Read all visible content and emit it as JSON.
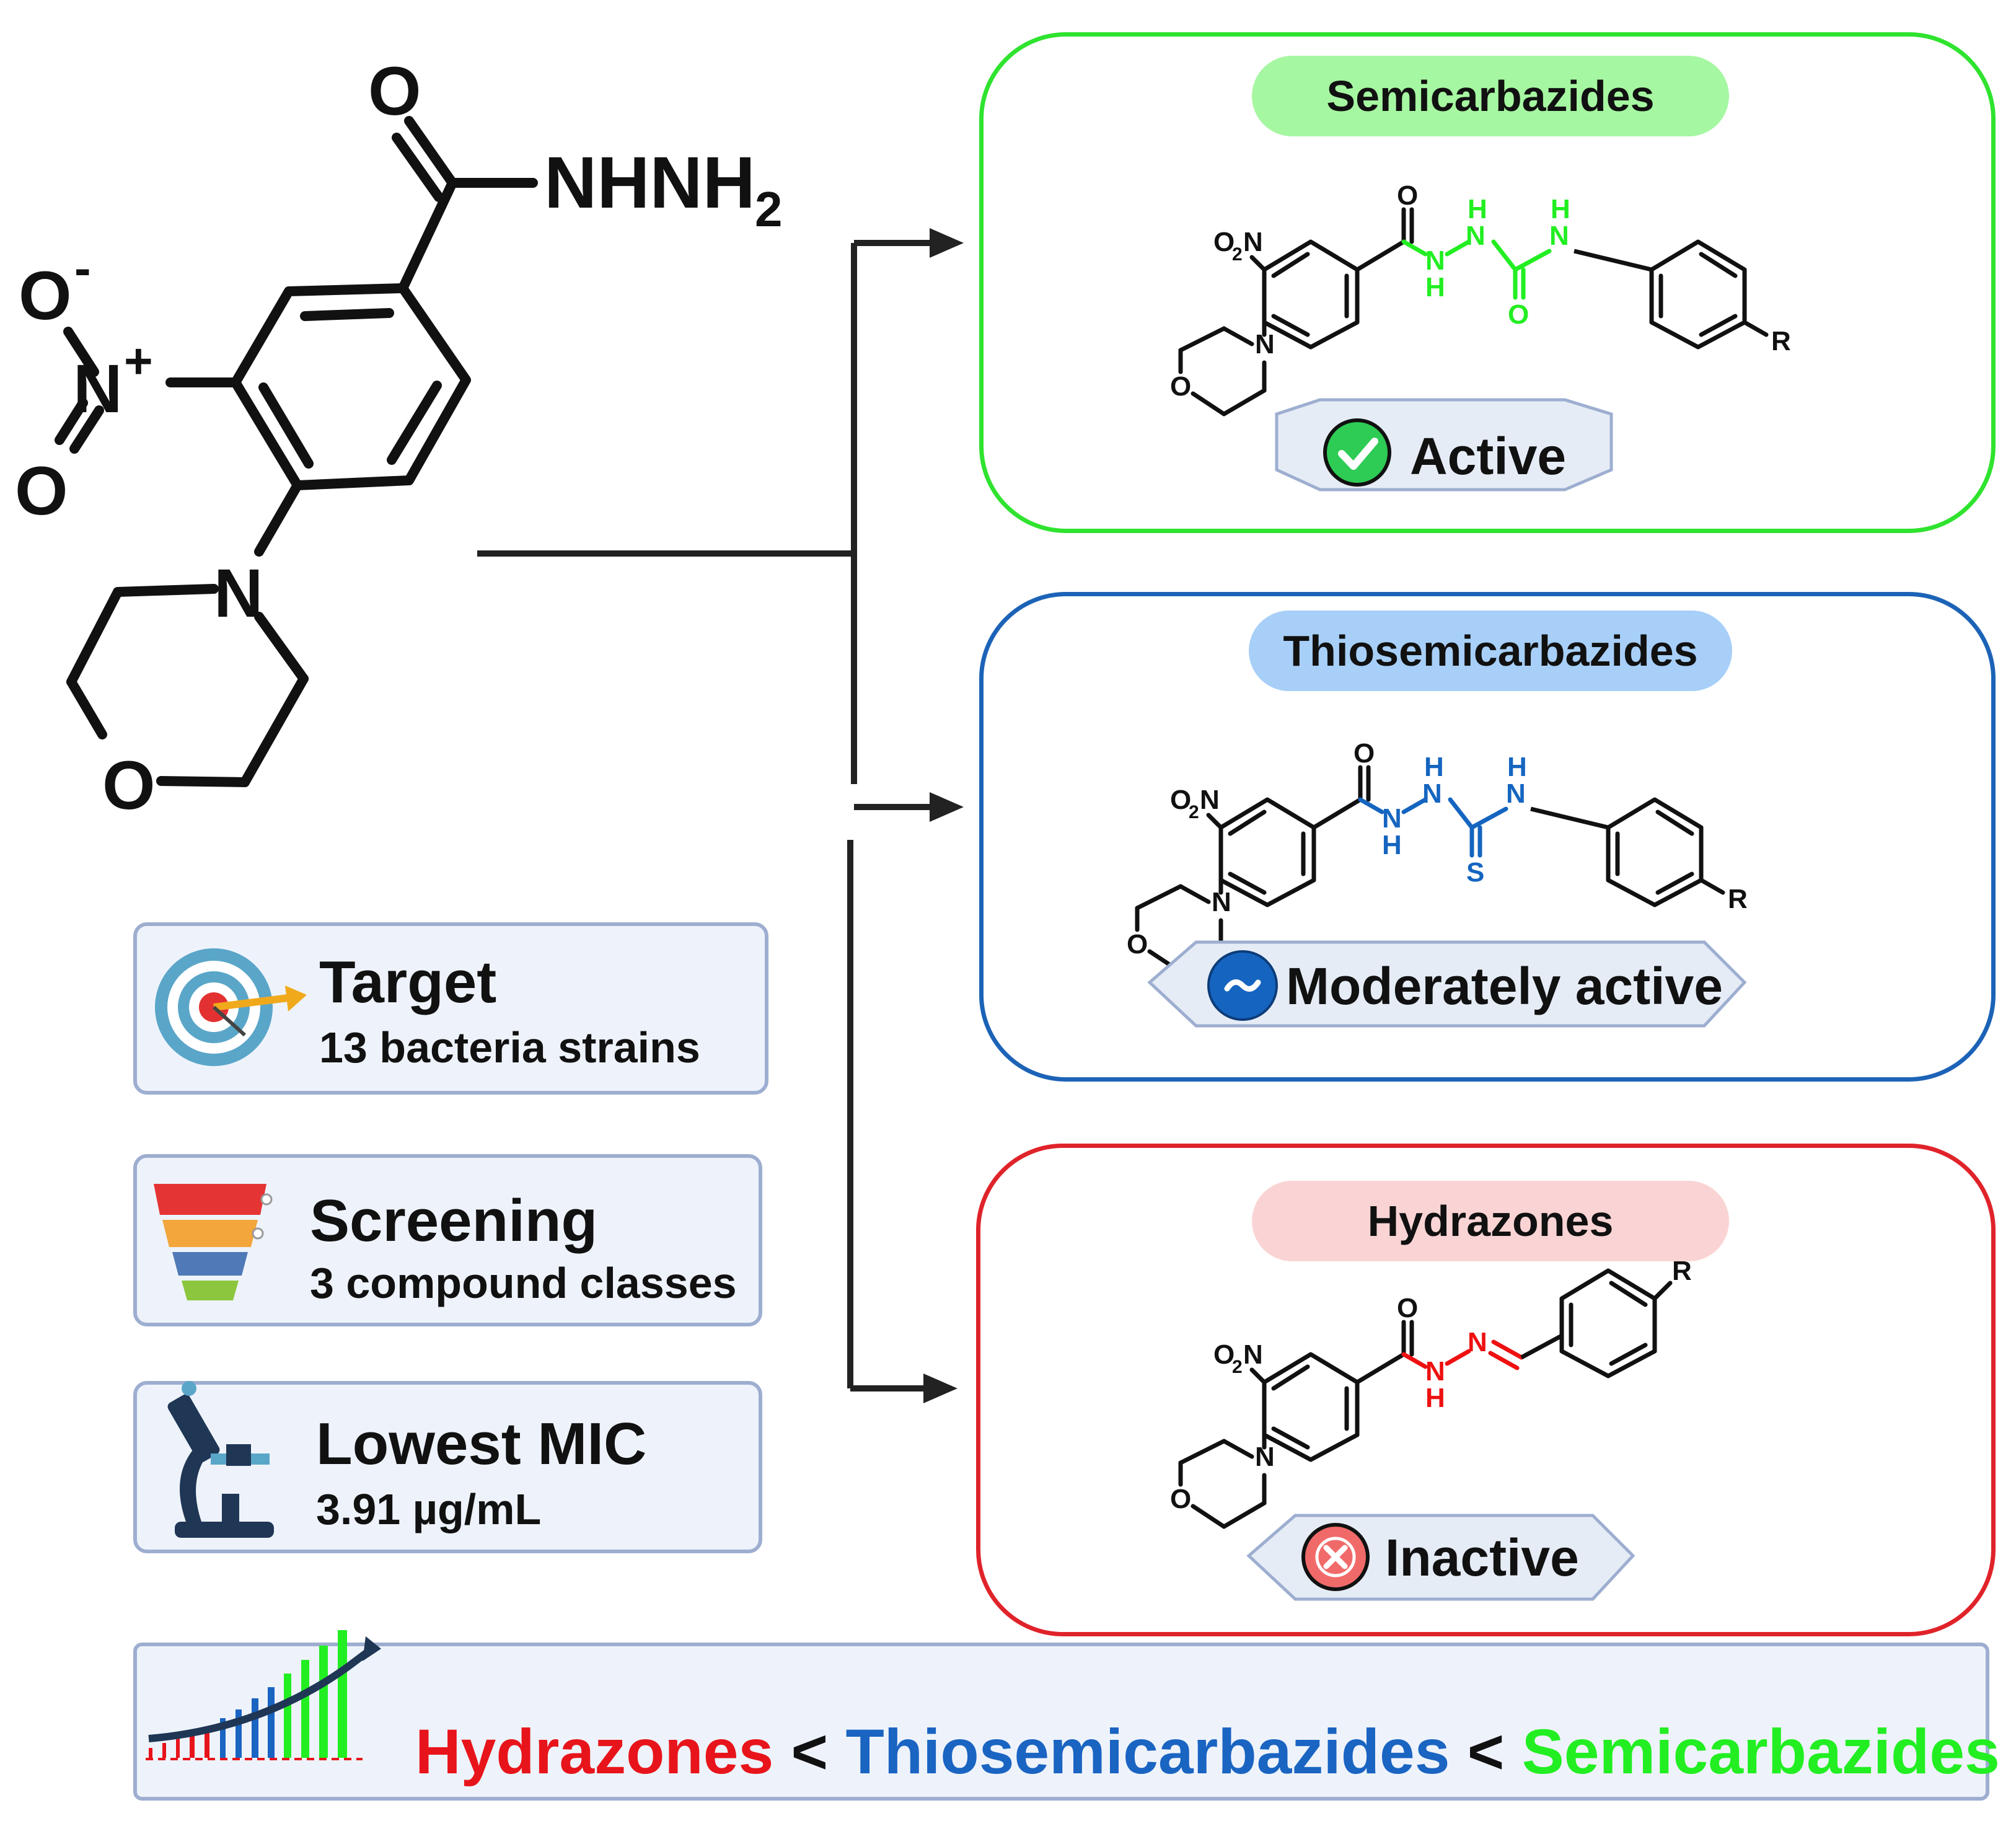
{
  "main_compound": {
    "atom_O_carbonyl": "O",
    "hydrazide": "NHNH",
    "hydrazide_sub": "2",
    "nitro_O_top": "O",
    "nitro_O_top_charge": "-",
    "nitro_N": "N",
    "nitro_N_charge": "+",
    "nitro_O_bottom": "O",
    "morpholine_N": "N",
    "morpholine_O": "O"
  },
  "info_cards": [
    {
      "title": "Target",
      "subtitle": "13 bacteria strains",
      "icon": "target-icon"
    },
    {
      "title": "Screening",
      "subtitle": "3 compound classes",
      "icon": "funnel-icon"
    },
    {
      "title": "Lowest MIC",
      "subtitle": "3.91 µg/mL",
      "icon": "microscope-icon"
    }
  ],
  "classes": [
    {
      "name": "Semicarbazides",
      "activity": "Active",
      "status_icon": "check-icon",
      "border_color": "#2fe32f",
      "pill_color": "#a6f7a1",
      "linker_color": "#22ee22",
      "linker_atoms": {
        "nh1": "N",
        "h1": "H",
        "nh2": "N",
        "h2": "H",
        "nh3": "N",
        "h3": "H",
        "x": "O"
      }
    },
    {
      "name": "Thiosemicarbazides",
      "activity": "Moderately active",
      "status_icon": "tilde-icon",
      "border_color": "#1c63b7",
      "pill_color": "#a7cff8",
      "linker_color": "#1565c0",
      "linker_atoms": {
        "nh1": "N",
        "h1": "H",
        "nh2": "N",
        "h2": "H",
        "nh3": "N",
        "h3": "H",
        "x": "S"
      }
    },
    {
      "name": "Hydrazones",
      "activity": "Inactive",
      "status_icon": "cross-icon",
      "border_color": "#e0232a",
      "pill_color": "#fad4d4",
      "linker_color": "#ee1111",
      "linker_atoms": {
        "nh1": "N",
        "h1": "H",
        "n2": "N"
      }
    }
  ],
  "small_structure_labels": {
    "carbonyl_O": "O",
    "nitro": "O",
    "nitro_sub": "2",
    "nitro_N": "N",
    "morph_N": "N",
    "morph_O": "O",
    "r_group": "R"
  },
  "summary": {
    "icon": "growth-chart-icon",
    "low": "Hydrazones",
    "sep1": " < ",
    "mid": "Thiosemicarbazides",
    "sep2": " < ",
    "high": "Semicarbazides",
    "low_color": "#e8141b",
    "mid_color": "#1a64c2",
    "high_color": "#22ee22"
  }
}
